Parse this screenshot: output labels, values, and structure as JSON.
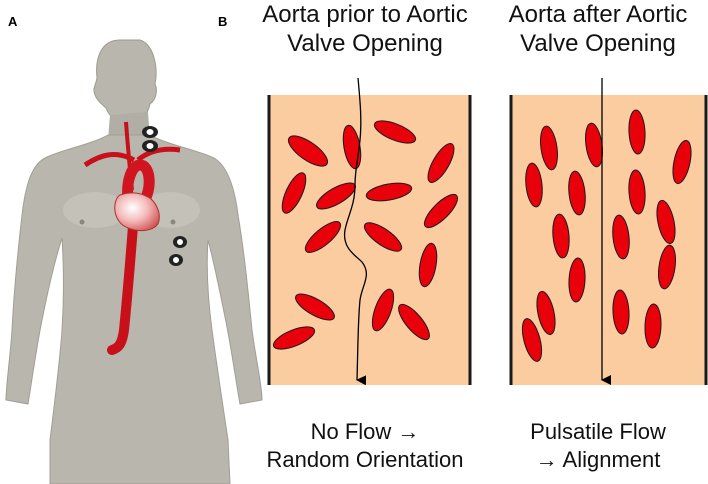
{
  "panel_a": {
    "label": "A"
  },
  "panel_b": {
    "label": "B",
    "left": {
      "heading_line1": "Aorta prior to Aortic",
      "heading_line2": "Valve Opening",
      "caption_line1": "No Flow →",
      "caption_line2": "Random Orientation"
    },
    "right": {
      "heading_line1": "Aorta after Aortic",
      "heading_line2": "Valve Opening",
      "caption_line1": "Pulsatile Flow",
      "caption_line2": "→ Alignment"
    }
  },
  "colors": {
    "vessel_fill": "#fbcca0",
    "vessel_wall": "#1a1a1a",
    "rbc_fill": "#e8000b",
    "body_fill": "#b9b6ad",
    "artery": "#c8101a"
  }
}
